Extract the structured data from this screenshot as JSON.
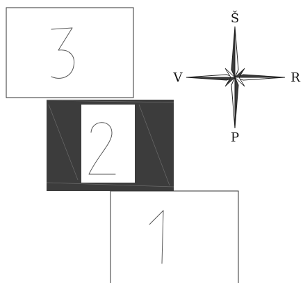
{
  "compass": {
    "north": "Š",
    "south": "P",
    "west": "V",
    "east": "R"
  },
  "blocks": [
    {
      "id": "block-3",
      "label": "3"
    },
    {
      "id": "block-2",
      "label": "2"
    },
    {
      "id": "block-1",
      "label": "1"
    }
  ],
  "colors": {
    "hatch_fill": "#3c3c3c",
    "outline": "#333333",
    "background": "#ffffff"
  }
}
